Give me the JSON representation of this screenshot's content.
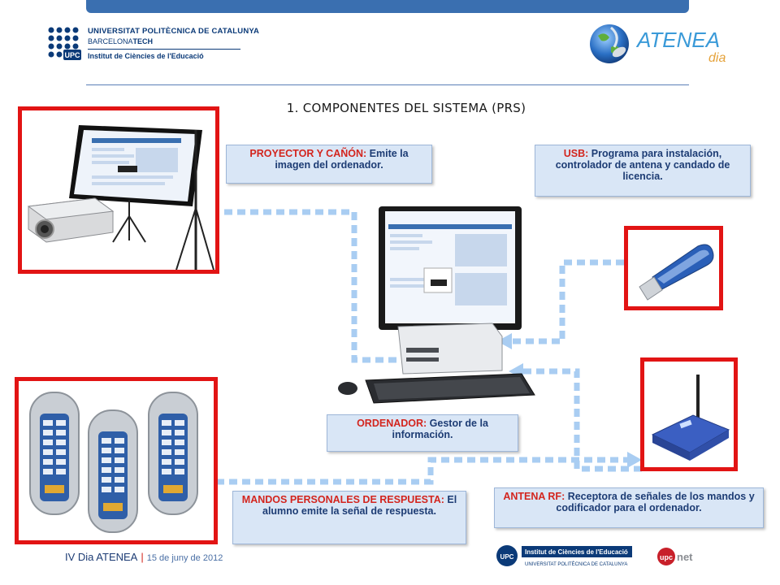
{
  "header": {
    "upc_line1": "UNIVERSITAT POLITÈCNICA DE CATALUNYA",
    "upc_line2a": "BARCELONA",
    "upc_line2b": "TECH",
    "upc_line3": "Institut de Ciències de l'Educació",
    "upc_badge": "UPC",
    "atenea_word": "ATENEA",
    "atenea_sub": "dia"
  },
  "slide_title": "1. COMPONENTES DEL SISTEMA (PRS)",
  "labels": {
    "projector": {
      "head": "PROYECTOR Y CAÑÓN:",
      "body": " Emite la imagen del ordenador."
    },
    "usb": {
      "head": "USB:",
      "body": " Programa para instalación, controlador de antena  y candado de licencia."
    },
    "computer": {
      "head": "ORDENADOR:",
      "body": " Gestor  de la información."
    },
    "remotes": {
      "head": "MANDOS PERSONALES DE RESPUESTA:",
      "body": " El alumno emite la señal de respuesta."
    },
    "antenna": {
      "head": "ANTENA RF:",
      "body": " Receptora de señales de los mandos y codificador para el ordenador."
    }
  },
  "footer": {
    "event": "IV Dia ATENEA",
    "separator": "|",
    "date": "15 de juny de 2012",
    "ice_line1": "Institut de Ciències de l'Educació",
    "ice_line2": "UNIVERSITAT POLITÈCNICA DE CATALUNYA",
    "ice_badge": "UPC",
    "upcnet_a": "upc",
    "upcnet_b": "net"
  },
  "colors": {
    "frame_red": "#e21414",
    "label_bg": "#d9e6f6",
    "dotted_line": "#a9cdf2",
    "title_navy": "#1d3c74",
    "upc_blue": "#0b3a78"
  }
}
